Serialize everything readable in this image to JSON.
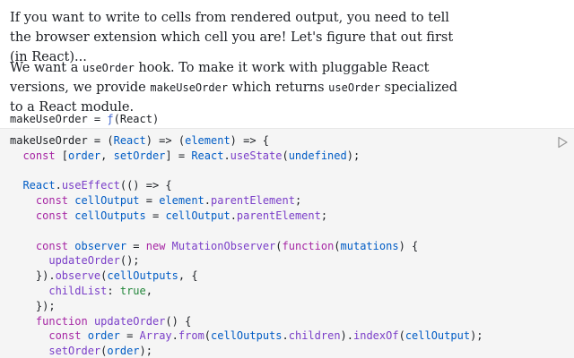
{
  "prose": {
    "p1": "If you want to write to cells from rendered output, you need to tell the browser extension which cell you are! Let's figure that out first (in React)...",
    "p2_a": "We want a ",
    "p2_code1": "useOrder",
    "p2_b": " hook. To make it work with pluggable React versions, we provide ",
    "p2_code2": "makeUseOrder",
    "p2_c": " which returns ",
    "p2_code3": "useOrder",
    "p2_d": " specialized to a React module."
  },
  "cell_output": {
    "name": "makeUseOrder",
    "eq": " = ",
    "fn": "ƒ",
    "args": "(React)"
  },
  "editor": {
    "run_icon": "play-icon",
    "lines": [
      [
        [
          "d",
          "makeUseOrder"
        ],
        [
          "d",
          " = ("
        ],
        [
          "a",
          "React"
        ],
        [
          "d",
          ") => ("
        ],
        [
          "a",
          "element"
        ],
        [
          "d",
          ") => {"
        ]
      ],
      [
        [
          "d",
          "  "
        ],
        [
          "k",
          "const"
        ],
        [
          "d",
          " ["
        ],
        [
          "v",
          "order"
        ],
        [
          "d",
          ", "
        ],
        [
          "v",
          "setOrder"
        ],
        [
          "d",
          "] = "
        ],
        [
          "v",
          "React"
        ],
        [
          "d",
          "."
        ],
        [
          "p",
          "useState"
        ],
        [
          "d",
          "("
        ],
        [
          "v",
          "undefined"
        ],
        [
          "d",
          ");"
        ]
      ],
      [],
      [
        [
          "d",
          "  "
        ],
        [
          "v",
          "React"
        ],
        [
          "d",
          "."
        ],
        [
          "p",
          "useEffect"
        ],
        [
          "d",
          "(() => {"
        ]
      ],
      [
        [
          "d",
          "    "
        ],
        [
          "k",
          "const"
        ],
        [
          "d",
          " "
        ],
        [
          "v",
          "cellOutput"
        ],
        [
          "d",
          " = "
        ],
        [
          "v",
          "element"
        ],
        [
          "d",
          "."
        ],
        [
          "p",
          "parentElement"
        ],
        [
          "d",
          ";"
        ]
      ],
      [
        [
          "d",
          "    "
        ],
        [
          "k",
          "const"
        ],
        [
          "d",
          " "
        ],
        [
          "v",
          "cellOutputs"
        ],
        [
          "d",
          " = "
        ],
        [
          "v",
          "cellOutput"
        ],
        [
          "d",
          "."
        ],
        [
          "p",
          "parentElement"
        ],
        [
          "d",
          ";"
        ]
      ],
      [],
      [
        [
          "d",
          "    "
        ],
        [
          "k",
          "const"
        ],
        [
          "d",
          " "
        ],
        [
          "v",
          "observer"
        ],
        [
          "d",
          " = "
        ],
        [
          "k",
          "new"
        ],
        [
          "d",
          " "
        ],
        [
          "p",
          "MutationObserver"
        ],
        [
          "d",
          "("
        ],
        [
          "k",
          "function"
        ],
        [
          "d",
          "("
        ],
        [
          "a",
          "mutations"
        ],
        [
          "d",
          ") {"
        ]
      ],
      [
        [
          "d",
          "      "
        ],
        [
          "p",
          "updateOrder"
        ],
        [
          "d",
          "();"
        ]
      ],
      [
        [
          "d",
          "    })."
        ],
        [
          "p",
          "observe"
        ],
        [
          "d",
          "("
        ],
        [
          "v",
          "cellOutputs"
        ],
        [
          "d",
          ", {"
        ]
      ],
      [
        [
          "d",
          "      "
        ],
        [
          "p",
          "childList"
        ],
        [
          "d",
          ": "
        ],
        [
          "l",
          "true"
        ],
        [
          "d",
          ","
        ]
      ],
      [
        [
          "d",
          "    });"
        ]
      ],
      [
        [
          "d",
          "    "
        ],
        [
          "k",
          "function"
        ],
        [
          "d",
          " "
        ],
        [
          "p",
          "updateOrder"
        ],
        [
          "d",
          "() {"
        ]
      ],
      [
        [
          "d",
          "      "
        ],
        [
          "k",
          "const"
        ],
        [
          "d",
          " "
        ],
        [
          "v",
          "order"
        ],
        [
          "d",
          " = "
        ],
        [
          "p",
          "Array"
        ],
        [
          "d",
          "."
        ],
        [
          "p",
          "from"
        ],
        [
          "d",
          "("
        ],
        [
          "v",
          "cellOutputs"
        ],
        [
          "d",
          "."
        ],
        [
          "p",
          "children"
        ],
        [
          "d",
          ")."
        ],
        [
          "p",
          "indexOf"
        ],
        [
          "d",
          "("
        ],
        [
          "v",
          "cellOutput"
        ],
        [
          "d",
          ");"
        ]
      ],
      [
        [
          "d",
          "      "
        ],
        [
          "p",
          "setOrder"
        ],
        [
          "d",
          "("
        ],
        [
          "v",
          "order"
        ],
        [
          "d",
          ");"
        ]
      ]
    ]
  }
}
